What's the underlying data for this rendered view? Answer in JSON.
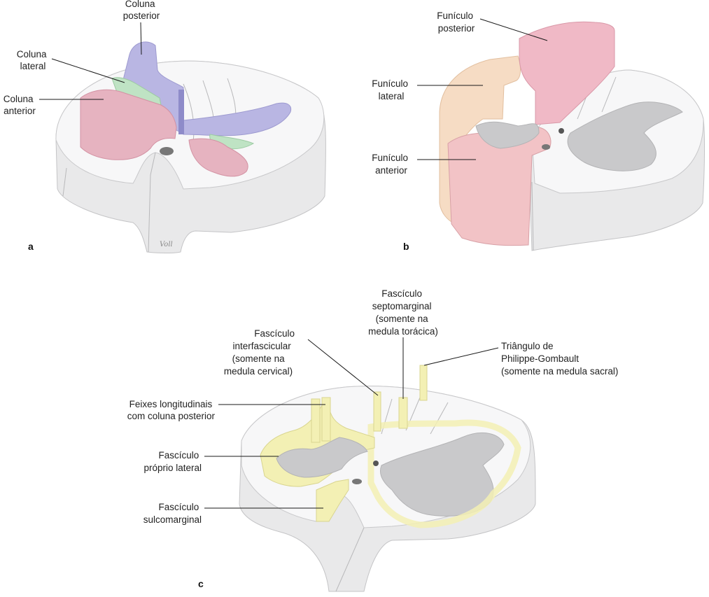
{
  "panels": [
    {
      "letter": "a",
      "labels": {
        "posterior_column": [
          "Coluna",
          "posterior"
        ],
        "lateral_column": [
          "Coluna",
          "lateral"
        ],
        "anterior_column": [
          "Coluna",
          "anterior"
        ]
      },
      "signature": "Voll"
    },
    {
      "letter": "b",
      "labels": {
        "posterior_funiculus": [
          "Funículo",
          "posterior"
        ],
        "lateral_funiculus": [
          "Funículo",
          "lateral"
        ],
        "anterior_funiculus": [
          "Funículo",
          "anterior"
        ]
      }
    },
    {
      "letter": "c",
      "labels": {
        "septomarginal": [
          "Fascículo",
          "septomarginal",
          "(somente na",
          "medula torácica)"
        ],
        "interfascicular": [
          "Fascículo",
          "interfascicular",
          "(somente na",
          "medula cervical)"
        ],
        "philippe_gombault": [
          "Triângulo de",
          "Philippe-Gombault",
          "(somente na medula sacral)"
        ],
        "longitudinal_bundles": [
          "Feixes longitudinais",
          "com coluna posterior"
        ],
        "lateral_proprius": [
          "Fascículo",
          "próprio lateral"
        ],
        "sulcomarginal": [
          "Fascículo",
          "sulcomarginal"
        ]
      }
    }
  ],
  "colors": {
    "posterior_column": "#b9b6e3",
    "lateral_column": "#bfe3c4",
    "anterior_column": "#e6b3c0",
    "posterior_funiculus": "#f0b9c6",
    "lateral_funiculus": "#f6dcc4",
    "anterior_funiculus": "#f2c3c6",
    "fasciculus_proprius": "#f3f0b4",
    "gray_matter": "#c9c9cb",
    "white_matter": "#f7f7f8"
  }
}
